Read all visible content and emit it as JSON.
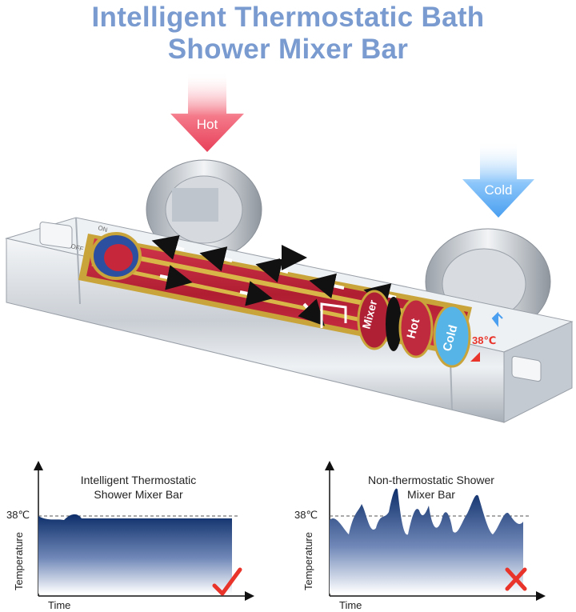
{
  "header": {
    "title_line1": "Intelligent Thermostatic Bath",
    "title_line2": "Shower Mixer Bar"
  },
  "product": {
    "hot_label": "Hot",
    "cold_label": "Cold",
    "mixer_label": "Mixer",
    "ring_hot_label": "Hot",
    "ring_cold_label": "Cold",
    "temp_label": "38℃",
    "knob_on_label": "ON",
    "knob_off_label": "OFF",
    "colors": {
      "hot": "#e8405a",
      "cold": "#4a9ff0",
      "chrome": "#d8dde2",
      "pipe": "#c7273a"
    }
  },
  "charts": [
    {
      "title_line1": "Intelligent Thermostatic",
      "title_line2": "Shower Mixer Bar",
      "ref_label": "38℃",
      "ylabel": "Temperature",
      "xlabel": "Time",
      "status_icon": "check-mark-icon",
      "status_color": "#e8342a"
    },
    {
      "title_line1": "Non-thermostatic Shower",
      "title_line2": "Mixer Bar",
      "ref_label": "38℃",
      "ylabel": "Temperature",
      "xlabel": "Time",
      "status_icon": "cross-mark-icon",
      "status_color": "#e8342a"
    }
  ]
}
